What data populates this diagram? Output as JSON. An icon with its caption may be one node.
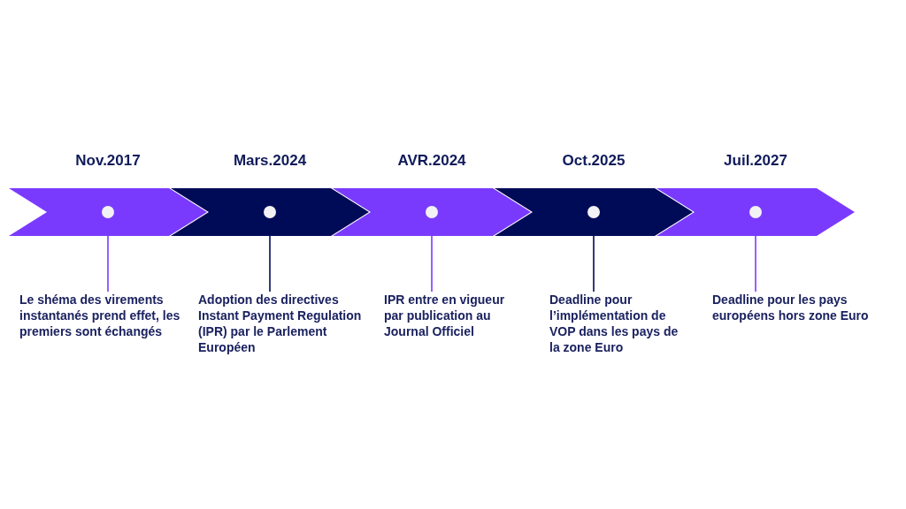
{
  "diagram": {
    "nodes": [
      {
        "text": [
          "Nov.2017"
        ]
      },
      {
        "text": [
          "Mars.2024"
        ]
      },
      {
        "text": [
          "AVR.2024"
        ]
      },
      {
        "text": [
          "Oct.2025"
        ]
      },
      {
        "text": [
          "Juil.2027"
        ]
      },
      {
        "text": [
          "Le shéma des virements instantanés prend effet, les premiers sont échangés"
        ]
      },
      {
        "text": [
          "Adoption des directives Instant Payment Regulation (IPR) par le Parlement Européen"
        ]
      },
      {
        "text": [
          "IPR entre en vigueur par publication au Journal Officiel"
        ]
      },
      {
        "text": [
          "Deadline pour l’implémentation de VOP dans les pays de la zone Euro"
        ]
      },
      {
        "text": [
          "Deadline pour les pays européens hors zone Euro"
        ]
      }
    ],
    "edges": [
      {
        "from": 5,
        "to": 0,
        "arrow": "none"
      },
      {
        "from": 6,
        "to": 1,
        "arrow": "none",
        "color": "#000b57"
      },
      {
        "from": 7,
        "to": 2,
        "arrow": "none"
      },
      {
        "from": 8,
        "to": 3,
        "arrow": "none",
        "color": "#000b57"
      },
      {
        "from": 9,
        "to": 4,
        "arrow": "none"
      }
    ]
  }
}
